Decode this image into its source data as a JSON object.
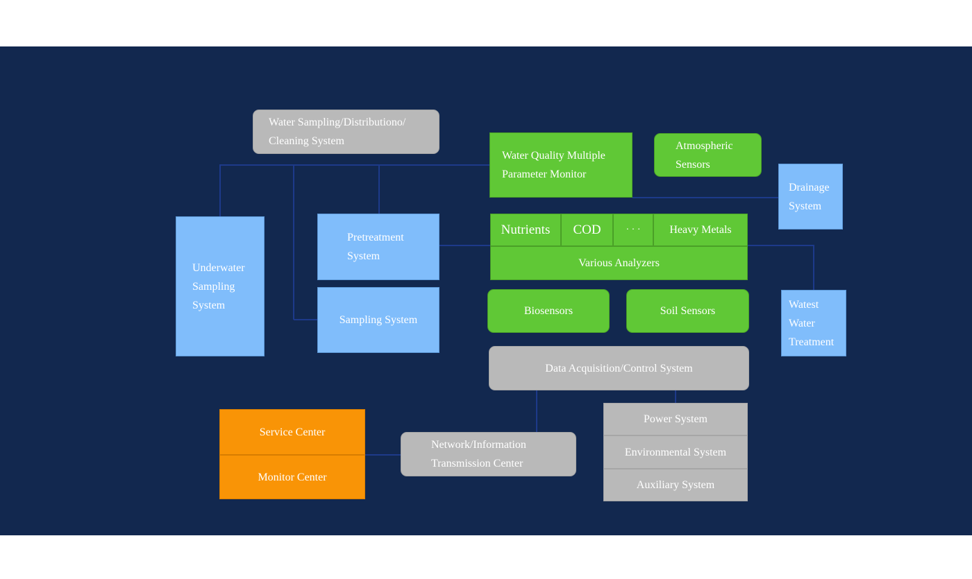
{
  "diagram": {
    "nodes": {
      "water_sampling": "Water Sampling/Distributiono/\nCleaning System",
      "wq_monitor": "Water Quality Multiple\nParameter Monitor",
      "atmospheric": "Atmospheric\nSensors",
      "drainage": "Drainage\nSystem",
      "underwater": "Underwater\nSampling\nSystem",
      "pretreatment": "Pretreatment\nSystem",
      "sampling": "Sampling System",
      "nutrients": "Nutrients",
      "cod": "COD",
      "ellipsis": "· · ·",
      "heavy_metals": "Heavy Metals",
      "various": "Various Analyzers",
      "biosensors": "Biosensors",
      "soil": "Soil Sensors",
      "wastewater": "Watest\nWater\nTreatment",
      "daq": "Data Acquisition/Control System",
      "power": "Power System",
      "environmental": "Environmental System",
      "auxiliary": "Auxiliary System",
      "service": "Service Center",
      "monitor": "Monitor Center",
      "network": "Network/Information\nTransmission Center"
    },
    "colors": {
      "background": "#12284f",
      "blue": "#80bdfb",
      "green": "#60c836",
      "grey": "#b9b9b9",
      "orange": "#f99406",
      "connector": "#1d3a8a"
    }
  }
}
